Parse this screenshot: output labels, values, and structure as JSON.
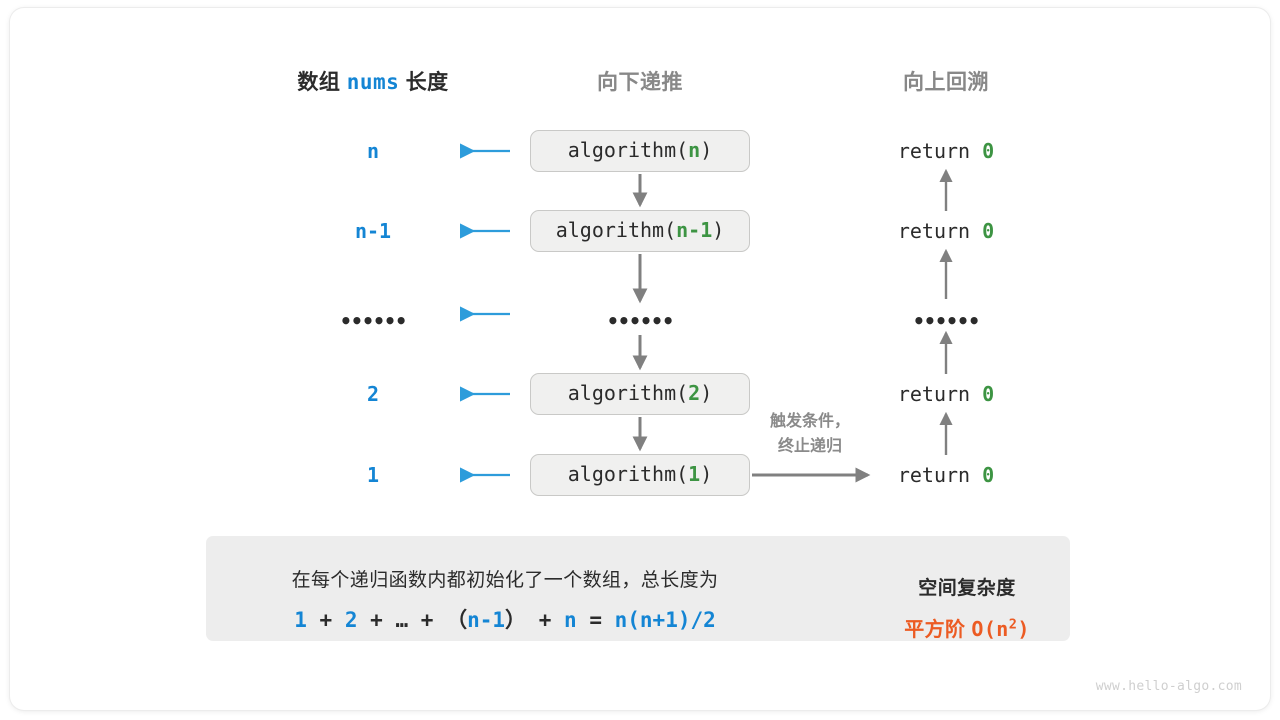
{
  "headers": {
    "left_prefix": "数组",
    "left_code": "nums",
    "left_suffix": "长度",
    "middle": "向下递推",
    "right": "向上回溯"
  },
  "rows": [
    {
      "length": "n",
      "call_fn": "algorithm",
      "call_arg": "n",
      "return_kw": "return",
      "return_val": "0"
    },
    {
      "length": "n-1",
      "call_fn": "algorithm",
      "call_arg": "n-1",
      "return_kw": "return",
      "return_val": "0"
    },
    {
      "length": "••••••",
      "call_fn": "",
      "call_arg": "",
      "return_kw": "",
      "return_val": "",
      "is_ellipsis": true,
      "ellipsis": "••••••"
    },
    {
      "length": "2",
      "call_fn": "algorithm",
      "call_arg": "2",
      "return_kw": "return",
      "return_val": "0"
    },
    {
      "length": "1",
      "call_fn": "algorithm",
      "call_arg": "1",
      "return_kw": "return",
      "return_val": "0"
    }
  ],
  "annotation": {
    "line1": "触发条件，",
    "line2": "终止递归"
  },
  "summary": {
    "text": "在每个递归函数内都初始化了一个数组，总长度为",
    "formula": {
      "t1": "1",
      "op1": "+",
      "t2": "2",
      "op2": "+",
      "t3": "…",
      "op3": "+",
      "pl": "（",
      "t4": "n-1",
      "pr": "）",
      "op4": "+",
      "t5": "n",
      "eq": "=",
      "result": "n(n+1)/2"
    },
    "complexity_title": "空间复杂度",
    "complexity_prefix": "平方阶",
    "complexity_value_base": "O(n",
    "complexity_value_exp": "2",
    "complexity_value_tail": ")"
  },
  "watermark": "www.hello-algo.com",
  "colors": {
    "blue": "#1485d4",
    "green": "#3d9443",
    "orange": "#ec5b23",
    "gray_text": "#888888",
    "dark": "#2b2b2b",
    "node_fill": "#f0f0ef",
    "node_border": "#c9c9c7",
    "summary_bg": "#ededed",
    "arrow_gray": "#808080",
    "block_arrow": "#c8c8c8"
  }
}
